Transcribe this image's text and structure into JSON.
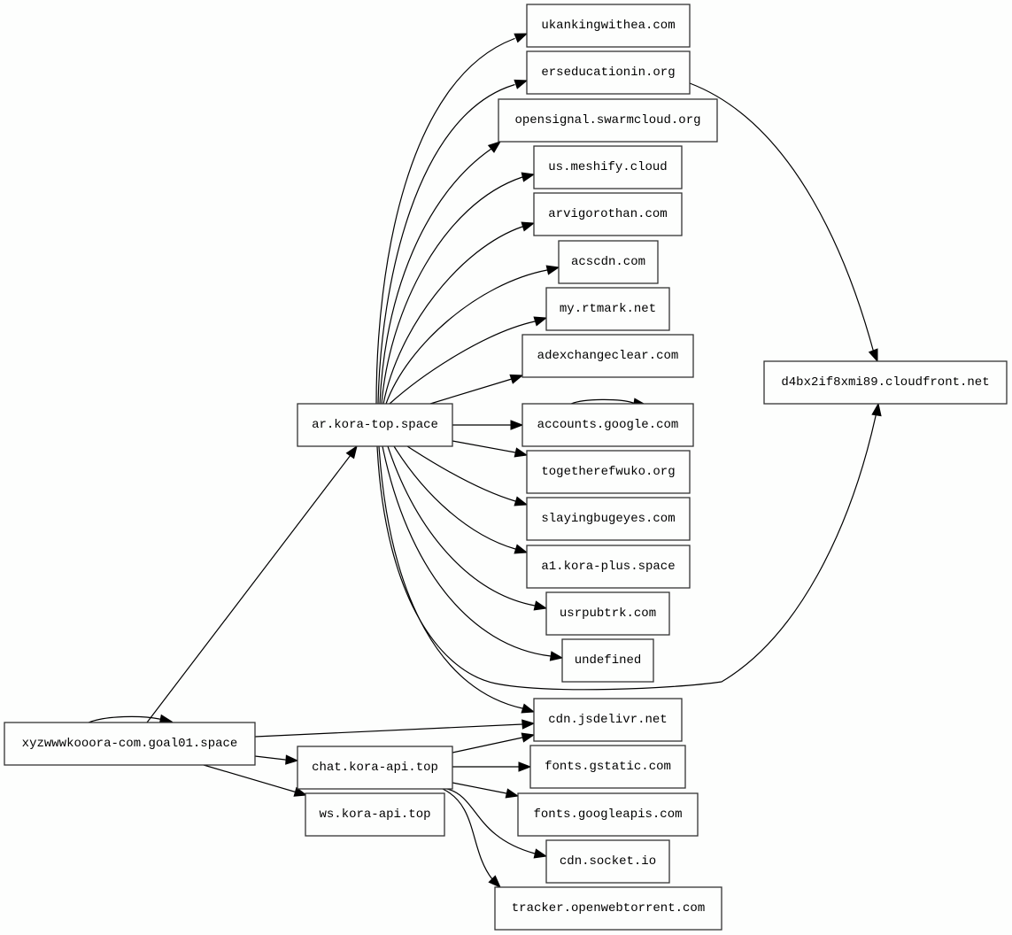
{
  "graph": {
    "type": "directed-graph",
    "nodes": [
      {
        "id": "xyzwwwkooora",
        "label": "xyzwwwkooora-com.goal01.space"
      },
      {
        "id": "ar_kora_top",
        "label": "ar.kora-top.space"
      },
      {
        "id": "chat_kora_api",
        "label": "chat.kora-api.top"
      },
      {
        "id": "ws_kora_api",
        "label": "ws.kora-api.top"
      },
      {
        "id": "ukankingwithea",
        "label": "ukankingwithea.com"
      },
      {
        "id": "erseducationin",
        "label": "erseducationin.org"
      },
      {
        "id": "opensignal",
        "label": "opensignal.swarmcloud.org"
      },
      {
        "id": "us_meshify",
        "label": "us.meshify.cloud"
      },
      {
        "id": "arvigorothan",
        "label": "arvigorothan.com"
      },
      {
        "id": "acscdn",
        "label": "acscdn.com"
      },
      {
        "id": "my_rtmark",
        "label": "my.rtmark.net"
      },
      {
        "id": "adexchangeclear",
        "label": "adexchangeclear.com"
      },
      {
        "id": "accounts_google",
        "label": "accounts.google.com"
      },
      {
        "id": "togetherefwuko",
        "label": "togetherefwuko.org"
      },
      {
        "id": "slayingbugeyes",
        "label": "slayingbugeyes.com"
      },
      {
        "id": "a1_kora_plus",
        "label": "a1.kora-plus.space"
      },
      {
        "id": "usrpubtrk",
        "label": "usrpubtrk.com"
      },
      {
        "id": "undefined",
        "label": "undefined"
      },
      {
        "id": "cdn_jsdelivr",
        "label": "cdn.jsdelivr.net"
      },
      {
        "id": "fonts_gstatic",
        "label": "fonts.gstatic.com"
      },
      {
        "id": "fonts_googleapis",
        "label": "fonts.googleapis.com"
      },
      {
        "id": "cdn_socket",
        "label": "cdn.socket.io"
      },
      {
        "id": "tracker_openwebtorrent",
        "label": "tracker.openwebtorrent.com"
      },
      {
        "id": "cloudfront",
        "label": "d4bx2if8xmi89.cloudfront.net"
      }
    ],
    "edges": [
      {
        "from": "xyzwwwkooora",
        "to": "xyzwwwkooora"
      },
      {
        "from": "xyzwwwkooora",
        "to": "ar_kora_top"
      },
      {
        "from": "xyzwwwkooora",
        "to": "cdn_jsdelivr"
      },
      {
        "from": "xyzwwwkooora",
        "to": "chat_kora_api"
      },
      {
        "from": "xyzwwwkooora",
        "to": "ws_kora_api"
      },
      {
        "from": "ar_kora_top",
        "to": "ukankingwithea"
      },
      {
        "from": "ar_kora_top",
        "to": "erseducationin"
      },
      {
        "from": "ar_kora_top",
        "to": "opensignal"
      },
      {
        "from": "ar_kora_top",
        "to": "us_meshify"
      },
      {
        "from": "ar_kora_top",
        "to": "arvigorothan"
      },
      {
        "from": "ar_kora_top",
        "to": "acscdn"
      },
      {
        "from": "ar_kora_top",
        "to": "my_rtmark"
      },
      {
        "from": "ar_kora_top",
        "to": "adexchangeclear"
      },
      {
        "from": "ar_kora_top",
        "to": "accounts_google"
      },
      {
        "from": "ar_kora_top",
        "to": "togetherefwuko"
      },
      {
        "from": "ar_kora_top",
        "to": "slayingbugeyes"
      },
      {
        "from": "ar_kora_top",
        "to": "a1_kora_plus"
      },
      {
        "from": "ar_kora_top",
        "to": "usrpubtrk"
      },
      {
        "from": "ar_kora_top",
        "to": "undefined"
      },
      {
        "from": "ar_kora_top",
        "to": "cdn_jsdelivr"
      },
      {
        "from": "ar_kora_top",
        "to": "cloudfront"
      },
      {
        "from": "accounts_google",
        "to": "accounts_google"
      },
      {
        "from": "erseducationin",
        "to": "cloudfront"
      },
      {
        "from": "chat_kora_api",
        "to": "cdn_jsdelivr"
      },
      {
        "from": "chat_kora_api",
        "to": "fonts_gstatic"
      },
      {
        "from": "chat_kora_api",
        "to": "fonts_googleapis"
      },
      {
        "from": "chat_kora_api",
        "to": "cdn_socket"
      },
      {
        "from": "chat_kora_api",
        "to": "tracker_openwebtorrent"
      }
    ]
  }
}
